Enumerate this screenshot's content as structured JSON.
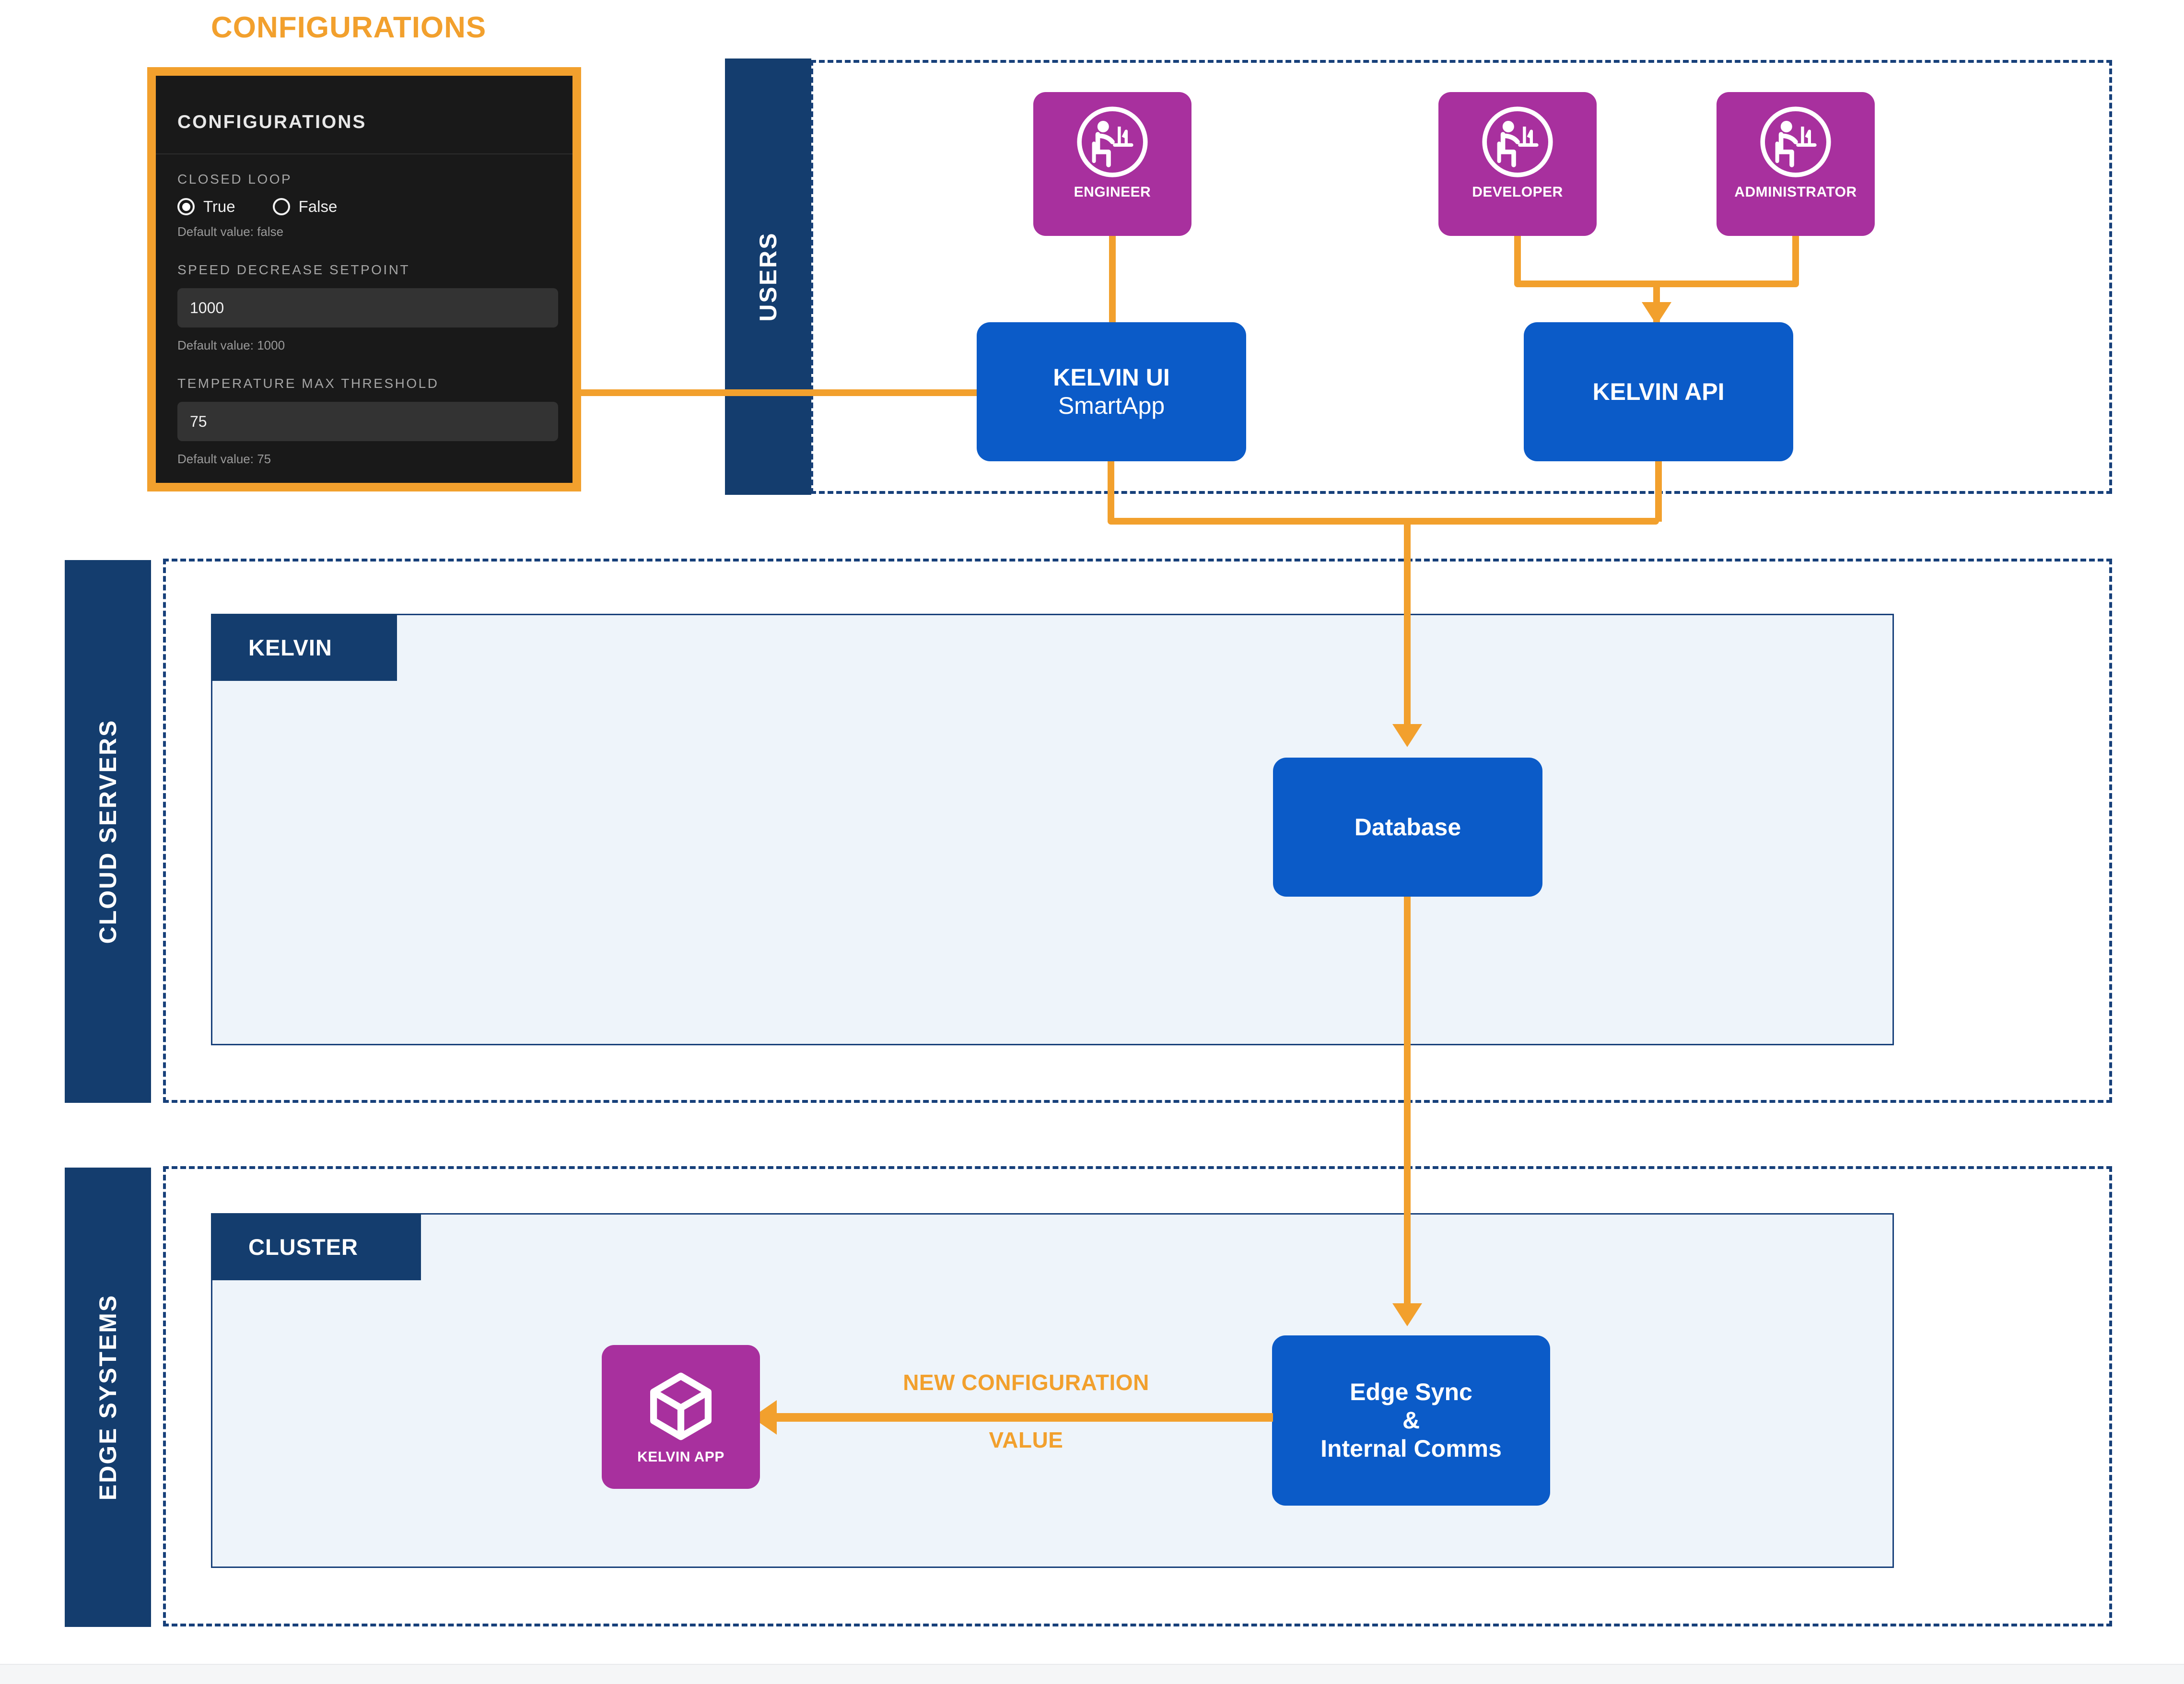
{
  "headline": "CONFIGURATIONS",
  "config_panel": {
    "title": "CONFIGURATIONS",
    "fields": [
      {
        "label": "CLOSED LOOP",
        "type": "radio",
        "options": [
          "True",
          "False"
        ],
        "selected": "True",
        "default_text": "Default value: false"
      },
      {
        "label": "SPEED DECREASE SETPOINT",
        "type": "text",
        "value": "1000",
        "default_text": "Default value: 1000"
      },
      {
        "label": "TEMPERATURE MAX THRESHOLD",
        "type": "text",
        "value": "75",
        "default_text": "Default value: 75"
      }
    ]
  },
  "lanes": {
    "users": "USERS",
    "cloud_servers": "CLOUD SERVERS",
    "edge_systems": "EDGE SYSTEMS"
  },
  "panels": {
    "kelvin": "KELVIN",
    "cluster": "CLUSTER"
  },
  "personas": [
    {
      "label": "ENGINEER",
      "icon": "person-at-desk-icon"
    },
    {
      "label": "DEVELOPER",
      "icon": "person-at-desk-icon"
    },
    {
      "label": "ADMINISTRATOR",
      "icon": "person-at-desk-icon"
    }
  ],
  "nodes": {
    "kelvin_ui_line1": "KELVIN UI",
    "kelvin_ui_line2": "SmartApp",
    "kelvin_api": "KELVIN API",
    "database": "Database",
    "edge_sync_line1": "Edge Sync",
    "edge_sync_line2": "&",
    "edge_sync_line3": "Internal Comms",
    "kelvin_app": "KELVIN APP"
  },
  "edge_labels": {
    "new_configuration_value_line1": "NEW CONFIGURATION",
    "new_configuration_value_line2": "VALUE"
  },
  "colors": {
    "accent_orange": "#F2A02D",
    "dark_blue": "#143D6E",
    "process_blue": "#0B5BC8",
    "persona_purple": "#A8309E",
    "panel_fill": "#EEF4FA",
    "config_panel_bg": "#191919"
  }
}
